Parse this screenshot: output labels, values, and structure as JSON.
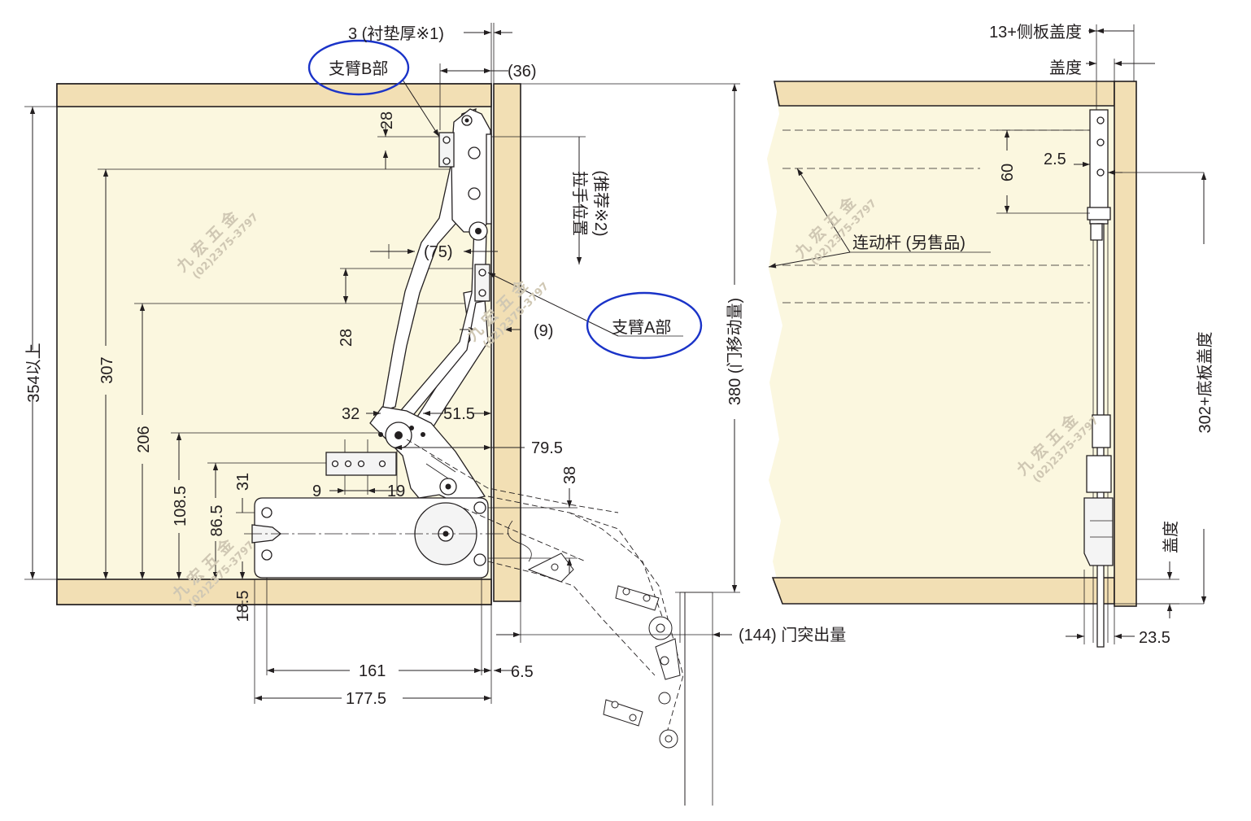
{
  "left_view": {
    "top_dims": {
      "pad_thickness": "3 (衬垫厚※1)",
      "arm_b_label": "支臂B部",
      "offset_36": "(36)"
    },
    "vertical_dims": {
      "cabinet_height": "354以上",
      "d307": "307",
      "d206": "206",
      "d108_5": "108.5",
      "d86_5": "86.5",
      "d31": "31",
      "d18_5": "18.5",
      "d28_upper": "28",
      "d28_lower": "28",
      "d38": "38",
      "door_travel": "380 (门移动量)"
    },
    "horizontal_dims": {
      "d75": "(75)",
      "d9_paren": "(9)",
      "d32": "32",
      "d51_5": "51.5",
      "d79_5": "79.5",
      "d9": "9",
      "d19": "19",
      "d161": "161",
      "d177_5": "177.5",
      "d6_5": "6.5",
      "door_protrusion": "(144) 门突出量"
    },
    "handle_position": "拉手位置",
    "handle_recommend": "(推荐※2)",
    "arm_a_label": "支臂A部"
  },
  "right_view": {
    "side_overlay": "13+侧板盖度",
    "overlay_top": "盖度",
    "d2_5": "2.5",
    "d60": "60",
    "link_rod": "连动杆 (另售品)",
    "bottom_overlay": "302+底板盖度",
    "overlay_side": "盖度",
    "d23_5": "23.5"
  },
  "watermarks": {
    "name": "九 宏 五 金",
    "phone": "(02)2375-3797"
  },
  "colors": {
    "panel": "#f2dfb4",
    "interior": "#fbf7df",
    "callout_ring": "#1a33c8",
    "ink": "#231f20"
  }
}
